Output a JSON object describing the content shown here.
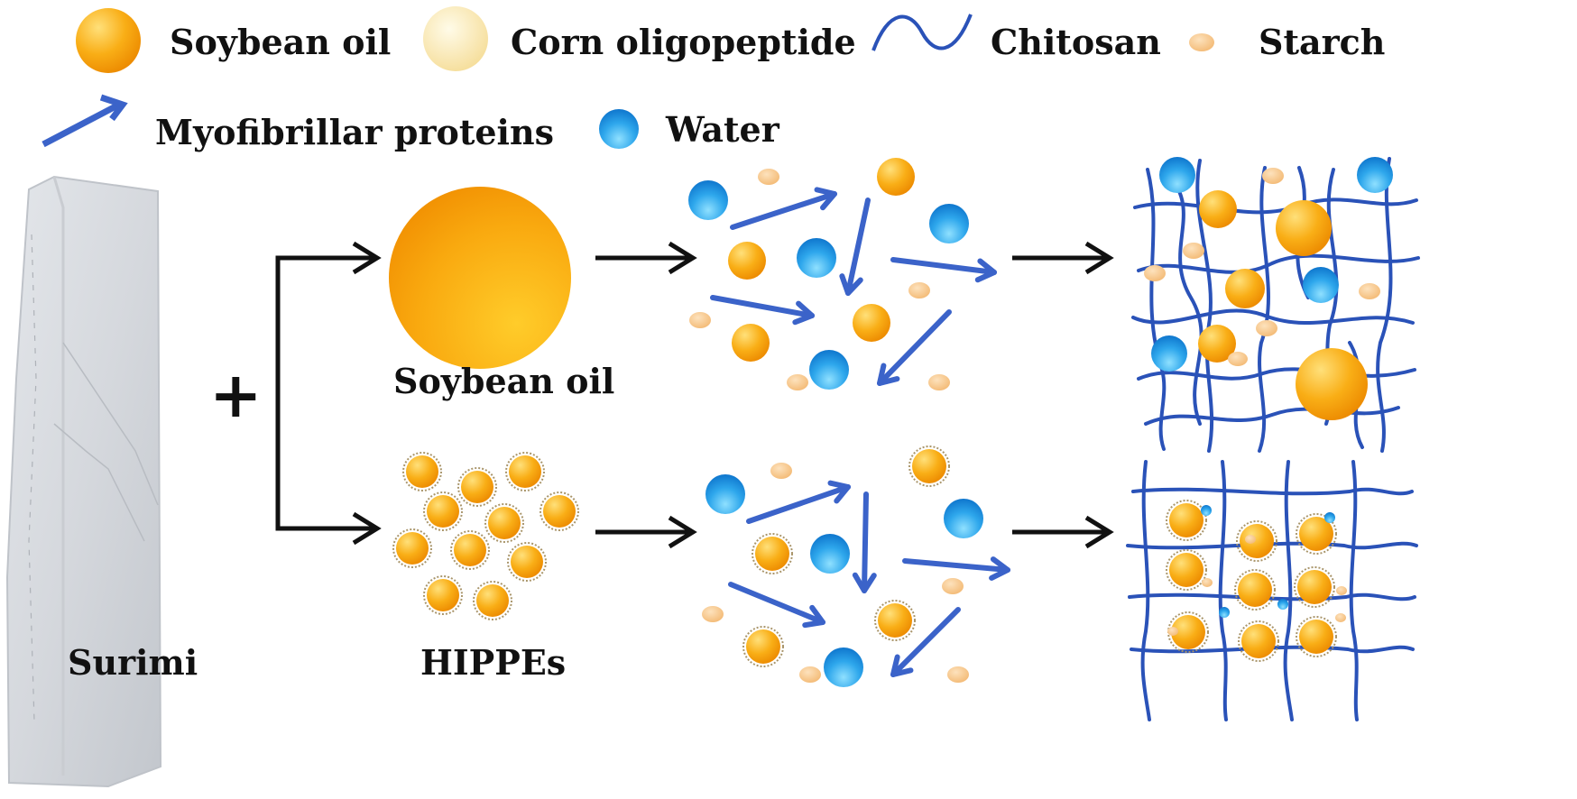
{
  "legend": {
    "soybean_oil": "Soybean oil",
    "corn_oligopeptide": "Corn oligopeptide",
    "chitosan": "Chitosan",
    "starch": "Starch",
    "myofibrillar_proteins": "Myofibrillar proteins",
    "water": "Water"
  },
  "captions": {
    "surimi": "Surimi",
    "soybean_oil": "Soybean oil",
    "hippes": "HIPPEs",
    "plus": "+"
  },
  "colors": {
    "oil": "#f7a30c",
    "oil_light": "#ffd35a",
    "peptide": "#f7e2a4",
    "starch": "#f6c48a",
    "water": "#1a8fdc",
    "water_light": "#7fd3fb",
    "protein": "#3b63c9",
    "chitosan": "#2a52b8",
    "arrow": "#111111",
    "surimi": "#d4d7dc"
  }
}
